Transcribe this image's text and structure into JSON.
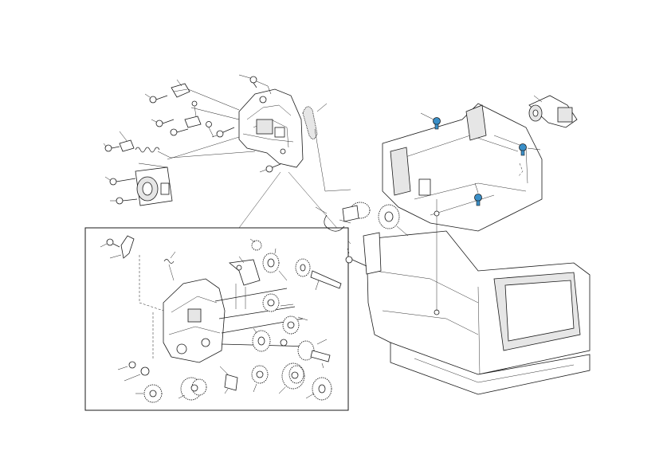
{
  "diagram": {
    "colors": {
      "line": "#1a1a1a",
      "screw_highlight": "#3a8fc8",
      "background": "#ffffff"
    },
    "parts": {
      "upper_drive_assembly": "drive-unit-frame",
      "inset_gear_assembly": "gear-train-exploded",
      "main_frame": "printer-main-frame",
      "motor": "drive-motor",
      "timing_belt": "timing-belt",
      "blue_screws": "highlighted-screws"
    }
  }
}
